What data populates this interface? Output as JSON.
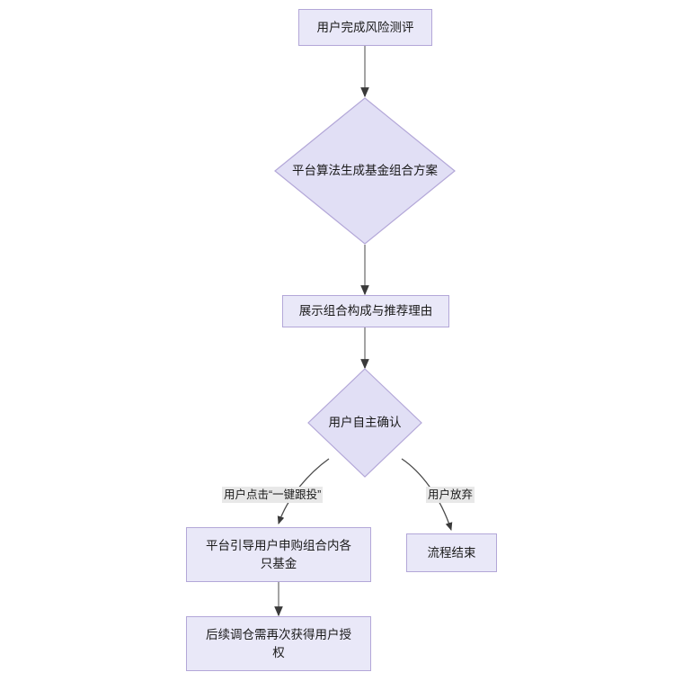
{
  "diagram": {
    "type": "flowchart",
    "title": "",
    "background_color": "#ffffff",
    "node_fill_color": "#e9e8f8",
    "node_border_color": "#b3a7d8",
    "edge_color": "#888888",
    "edge_label_background": "#e8e8e8",
    "text_color": "#1a1a1a",
    "nodes": [
      {
        "id": "n1",
        "shape": "rect",
        "label": "用户完成风险测评"
      },
      {
        "id": "n2",
        "shape": "diamond",
        "label": "平台算法生成基金组合方案"
      },
      {
        "id": "n3",
        "shape": "rect",
        "label": "展示组合构成与推荐理由"
      },
      {
        "id": "n4",
        "shape": "diamond",
        "label": "用户自主确认"
      },
      {
        "id": "n5",
        "shape": "rect",
        "label": "平台引导用户申购组合内各\n只基金"
      },
      {
        "id": "n6",
        "shape": "rect",
        "label": "流程结束"
      },
      {
        "id": "n7",
        "shape": "rect",
        "label": "后续调仓需再次获得用户授\n权"
      }
    ],
    "edges": [
      {
        "from": "n1",
        "to": "n2",
        "label": ""
      },
      {
        "from": "n2",
        "to": "n3",
        "label": ""
      },
      {
        "from": "n3",
        "to": "n4",
        "label": ""
      },
      {
        "from": "n4",
        "to": "n5",
        "label": "用户点击“一键跟投”"
      },
      {
        "from": "n4",
        "to": "n6",
        "label": "用户放弃"
      },
      {
        "from": "n5",
        "to": "n7",
        "label": ""
      }
    ]
  }
}
